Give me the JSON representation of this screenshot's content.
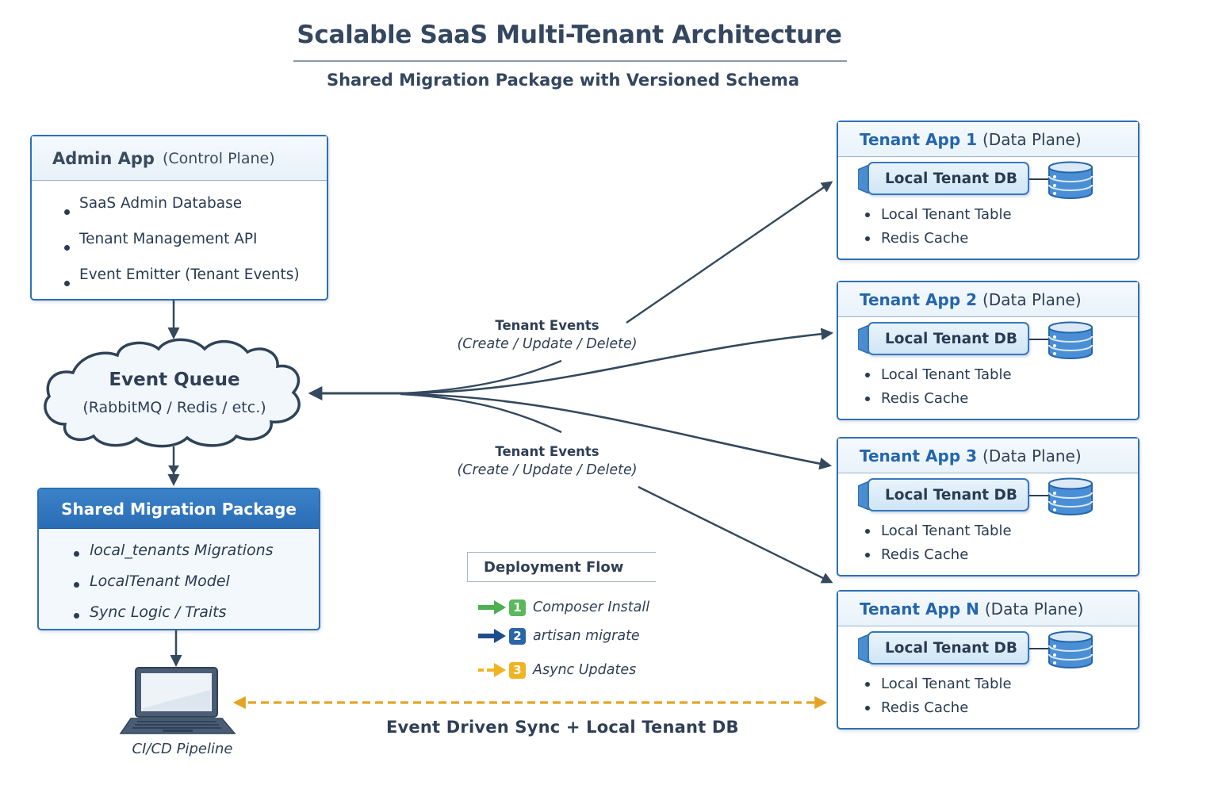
{
  "header": {
    "title": "Scalable SaaS Multi-Tenant Architecture",
    "subtitle": "Shared Migration Package with Versioned Schema"
  },
  "admin_app": {
    "title": "Admin App",
    "role": "(Control Plane)",
    "items": [
      "SaaS Admin Database",
      "Tenant Management API",
      "Event Emitter (Tenant Events)"
    ]
  },
  "event_queue": {
    "title": "Event Queue",
    "subtitle": "(RabbitMQ / Redis / etc.)"
  },
  "shared_package": {
    "title": "Shared Migration Package",
    "items": [
      "local_tenants Migrations",
      "LocalTenant Model",
      "Sync Logic / Traits"
    ]
  },
  "ci_cd": {
    "label": "CI/CD Pipeline",
    "icon": "laptop-icon"
  },
  "event_labels": [
    {
      "title": "Tenant Events",
      "detail": "(Create / Update / Delete)"
    },
    {
      "title": "Tenant Events",
      "detail": "(Create / Update / Delete)"
    }
  ],
  "deployment_flow": {
    "title": "Deployment Flow",
    "steps": [
      {
        "number": "1",
        "label": "Composer Install",
        "color": "#4caf50",
        "style": "solid"
      },
      {
        "number": "2",
        "label": "artisan migrate",
        "color": "#1f5a9c",
        "style": "solid"
      },
      {
        "number": "3",
        "label": "Async Updates",
        "color": "#f0b323",
        "style": "dashed"
      }
    ]
  },
  "sync_label": "Event Driven Sync + Local Tenant DB",
  "tenants": [
    {
      "name": "Tenant App 1",
      "role": "(Data Plane)",
      "db_label": "Local Tenant DB",
      "items": [
        "Local Tenant Table",
        "Redis Cache"
      ]
    },
    {
      "name": "Tenant App 2",
      "role": "(Data Plane)",
      "db_label": "Local Tenant DB",
      "items": [
        "Local Tenant Table",
        "Redis Cache"
      ]
    },
    {
      "name": "Tenant App 3",
      "role": "(Data Plane)",
      "db_label": "Local Tenant DB",
      "items": [
        "Local Tenant Table",
        "Redis Cache"
      ]
    },
    {
      "name": "Tenant App N",
      "role": "(Data Plane)",
      "db_label": "Local Tenant DB",
      "items": [
        "Local Tenant Table",
        "Redis Cache"
      ]
    }
  ],
  "colors": {
    "primary_blue": "#2f6fb5",
    "tenant_title_blue": "#2466ad",
    "wire": "#34495e",
    "sync_dashed": "#e3a325",
    "text_dark": "#2f3f55"
  }
}
